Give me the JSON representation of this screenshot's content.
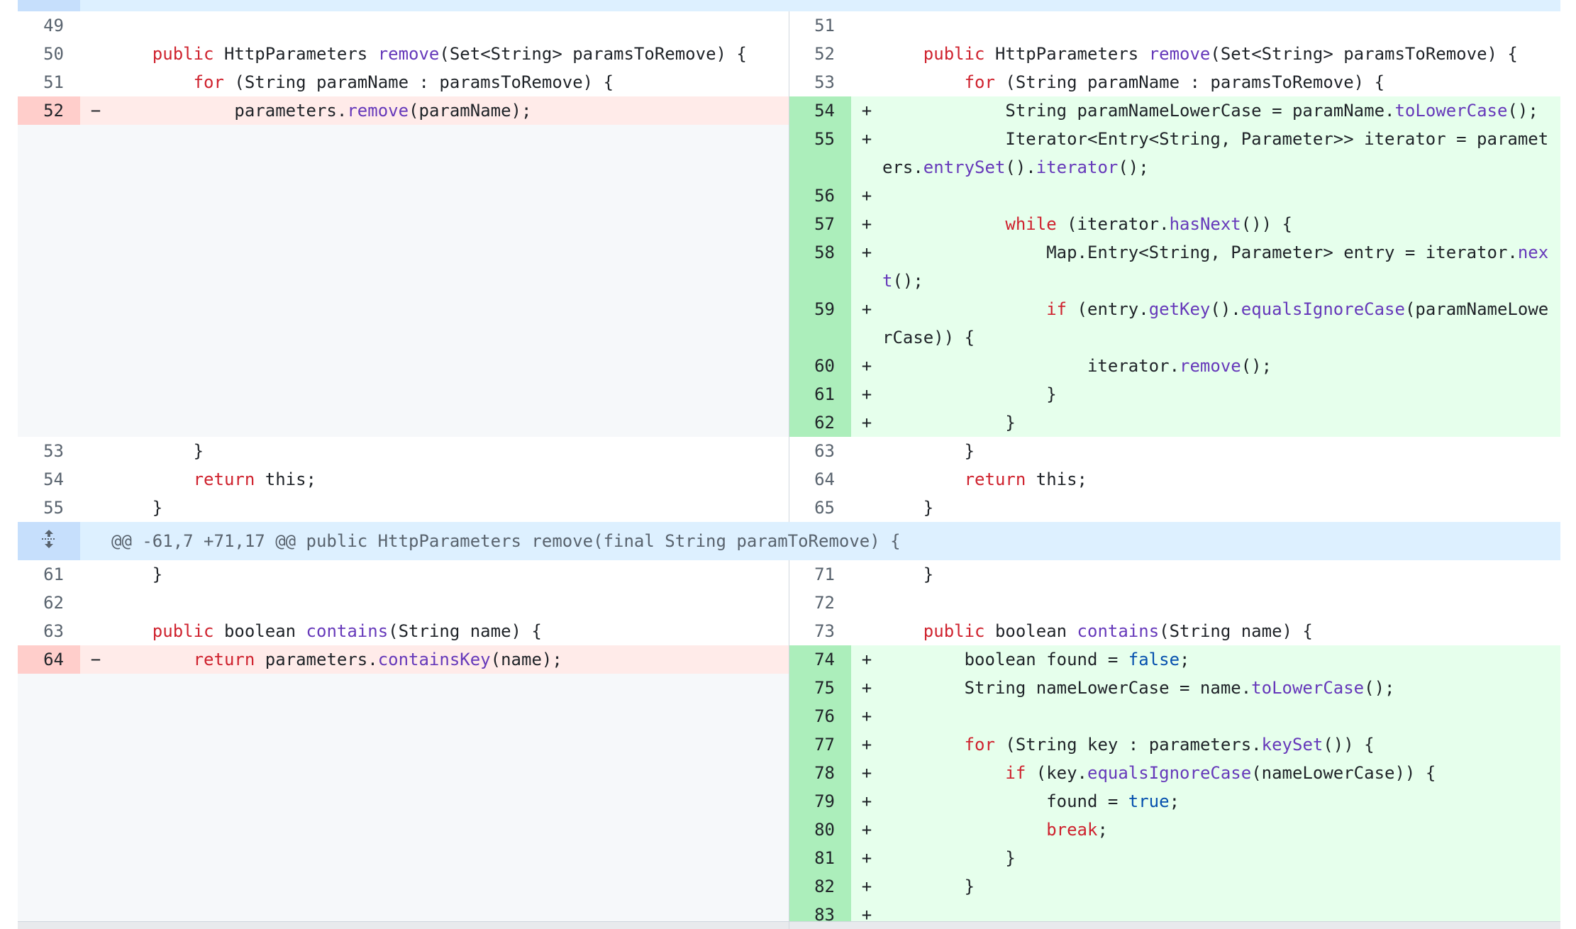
{
  "diff": {
    "section1": {
      "rows": [
        {
          "type": "ctx",
          "left_num": "49",
          "right_num": "51",
          "left_code": [],
          "right_code": []
        },
        {
          "type": "ctx",
          "left_num": "50",
          "right_num": "52",
          "left_code": [
            [
              "",
              "    "
            ],
            [
              "kw",
              "public"
            ],
            [
              "",
              " HttpParameters "
            ],
            [
              "fn",
              "remove"
            ],
            [
              "",
              "(Set<String> paramsToRemove) {"
            ]
          ],
          "right_code": [
            [
              "",
              "    "
            ],
            [
              "kw",
              "public"
            ],
            [
              "",
              " HttpParameters "
            ],
            [
              "fn",
              "remove"
            ],
            [
              "",
              "(Set<String> paramsToRemove) {"
            ]
          ]
        },
        {
          "type": "ctx",
          "left_num": "51",
          "right_num": "53",
          "left_code": [
            [
              "",
              "        "
            ],
            [
              "kw",
              "for"
            ],
            [
              "",
              " (String paramName : paramsToRemove) {"
            ]
          ],
          "right_code": [
            [
              "",
              "        "
            ],
            [
              "kw",
              "for"
            ],
            [
              "",
              " (String paramName : paramsToRemove) {"
            ]
          ]
        }
      ],
      "change": {
        "left": [
          {
            "num": "52",
            "marker": "-",
            "code": [
              [
                "",
                "            parameters."
              ],
              [
                "fn",
                "remove"
              ],
              [
                "",
                "(paramName);"
              ]
            ]
          }
        ],
        "right": [
          {
            "num": "54",
            "marker": "+",
            "code": [
              [
                "",
                "            String paramNameLowerCase = paramName."
              ],
              [
                "fn",
                "toLowerCase"
              ],
              [
                "",
                "();"
              ]
            ]
          },
          {
            "num": "55",
            "marker": "+",
            "code": [
              [
                "",
                "            Iterator<Entry<String, Parameter>> iterator = parameters."
              ],
              [
                "fn",
                "entrySet"
              ],
              [
                "",
                "()."
              ],
              [
                "fn",
                "iterator"
              ],
              [
                "",
                "();"
              ]
            ]
          },
          {
            "num": "56",
            "marker": "+",
            "code": []
          },
          {
            "num": "57",
            "marker": "+",
            "code": [
              [
                "",
                "            "
              ],
              [
                "kw",
                "while"
              ],
              [
                "",
                " (iterator."
              ],
              [
                "fn",
                "hasNext"
              ],
              [
                "",
                "()) {"
              ]
            ]
          },
          {
            "num": "58",
            "marker": "+",
            "code": [
              [
                "",
                "                Map.Entry<String, Parameter> entry = iterator."
              ],
              [
                "fn",
                "next"
              ],
              [
                "",
                "();"
              ]
            ]
          },
          {
            "num": "59",
            "marker": "+",
            "code": [
              [
                "",
                "                "
              ],
              [
                "kw",
                "if"
              ],
              [
                "",
                " (entry."
              ],
              [
                "fn",
                "getKey"
              ],
              [
                "",
                "()."
              ],
              [
                "fn",
                "equalsIgnoreCase"
              ],
              [
                "",
                "(paramNameLowerCase)) {"
              ]
            ]
          },
          {
            "num": "60",
            "marker": "+",
            "code": [
              [
                "",
                "                    iterator."
              ],
              [
                "fn",
                "remove"
              ],
              [
                "",
                "();"
              ]
            ]
          },
          {
            "num": "61",
            "marker": "+",
            "code": [
              [
                "",
                "                }"
              ]
            ]
          },
          {
            "num": "62",
            "marker": "+",
            "code": [
              [
                "",
                "            }"
              ]
            ]
          }
        ]
      },
      "rows_after": [
        {
          "type": "ctx",
          "left_num": "53",
          "right_num": "63",
          "left_code": [
            [
              "",
              "        }"
            ]
          ],
          "right_code": [
            [
              "",
              "        }"
            ]
          ]
        },
        {
          "type": "ctx",
          "left_num": "54",
          "right_num": "64",
          "left_code": [
            [
              "",
              "        "
            ],
            [
              "kw",
              "return"
            ],
            [
              "",
              " this;"
            ]
          ],
          "right_code": [
            [
              "",
              "        "
            ],
            [
              "kw",
              "return"
            ],
            [
              "",
              " this;"
            ]
          ]
        },
        {
          "type": "ctx",
          "left_num": "55",
          "right_num": "65",
          "left_code": [
            [
              "",
              "    }"
            ]
          ],
          "right_code": [
            [
              "",
              "    }"
            ]
          ]
        }
      ]
    },
    "hunk": {
      "text": "@@ -61,7 +71,17 @@ public HttpParameters remove(final String paramToRemove) {",
      "expand_icon": "unfold-icon"
    },
    "section2": {
      "rows": [
        {
          "type": "ctx",
          "left_num": "61",
          "right_num": "71",
          "left_code": [
            [
              "",
              "    }"
            ]
          ],
          "right_code": [
            [
              "",
              "    }"
            ]
          ]
        },
        {
          "type": "ctx",
          "left_num": "62",
          "right_num": "72",
          "left_code": [],
          "right_code": []
        },
        {
          "type": "ctx",
          "left_num": "63",
          "right_num": "73",
          "left_code": [
            [
              "",
              "    "
            ],
            [
              "kw",
              "public"
            ],
            [
              "",
              " boolean "
            ],
            [
              "fn",
              "contains"
            ],
            [
              "",
              "(String name) {"
            ]
          ],
          "right_code": [
            [
              "",
              "    "
            ],
            [
              "kw",
              "public"
            ],
            [
              "",
              " boolean "
            ],
            [
              "fn",
              "contains"
            ],
            [
              "",
              "(String name) {"
            ]
          ]
        }
      ],
      "change": {
        "left": [
          {
            "num": "64",
            "marker": "-",
            "code": [
              [
                "",
                "        "
              ],
              [
                "kw",
                "return"
              ],
              [
                "",
                " parameters."
              ],
              [
                "fn",
                "containsKey"
              ],
              [
                "",
                "(name);"
              ]
            ]
          }
        ],
        "right": [
          {
            "num": "74",
            "marker": "+",
            "code": [
              [
                "",
                "        boolean found = "
              ],
              [
                "lit",
                "false"
              ],
              [
                "",
                ";"
              ]
            ]
          },
          {
            "num": "75",
            "marker": "+",
            "code": [
              [
                "",
                "        String nameLowerCase = name."
              ],
              [
                "fn",
                "toLowerCase"
              ],
              [
                "",
                "();"
              ]
            ]
          },
          {
            "num": "76",
            "marker": "+",
            "code": []
          },
          {
            "num": "77",
            "marker": "+",
            "code": [
              [
                "",
                "        "
              ],
              [
                "kw",
                "for"
              ],
              [
                "",
                " (String key : parameters."
              ],
              [
                "fn",
                "keySet"
              ],
              [
                "",
                "()) {"
              ]
            ]
          },
          {
            "num": "78",
            "marker": "+",
            "code": [
              [
                "",
                "            "
              ],
              [
                "kw",
                "if"
              ],
              [
                "",
                " (key."
              ],
              [
                "fn",
                "equalsIgnoreCase"
              ],
              [
                "",
                "(nameLowerCase)) {"
              ]
            ]
          },
          {
            "num": "79",
            "marker": "+",
            "code": [
              [
                "",
                "                found = "
              ],
              [
                "lit",
                "true"
              ],
              [
                "",
                ";"
              ]
            ]
          },
          {
            "num": "80",
            "marker": "+",
            "code": [
              [
                "",
                "                "
              ],
              [
                "kw",
                "break"
              ],
              [
                "",
                ";"
              ]
            ]
          },
          {
            "num": "81",
            "marker": "+",
            "code": [
              [
                "",
                "            }"
              ]
            ]
          },
          {
            "num": "82",
            "marker": "+",
            "code": [
              [
                "",
                "        }"
              ]
            ]
          },
          {
            "num": "83",
            "marker": "+",
            "code": []
          }
        ]
      }
    }
  },
  "colors": {
    "deleted_bg": "#ffebe9",
    "deleted_gutter": "#ffcecb",
    "added_bg": "#e6ffec",
    "added_gutter": "#aceebb",
    "hunk_bg": "#ddf0ff",
    "keyword": "#cf222e",
    "function": "#6639ba",
    "literal": "#0550ae"
  }
}
